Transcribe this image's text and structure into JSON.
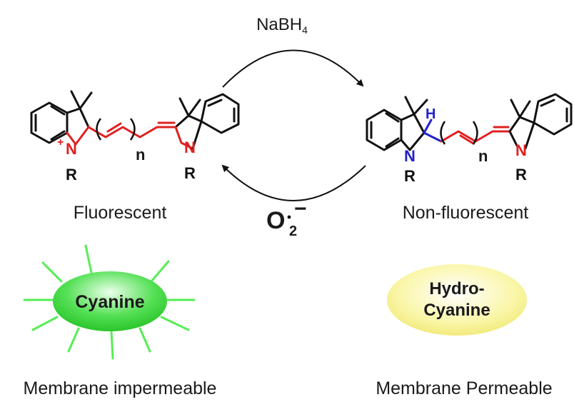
{
  "reagents": {
    "top_reagent": "NaBH",
    "top_reagent_sub": "4",
    "bottom_reagent": "O",
    "bottom_reagent_sub": "2",
    "bottom_reagent_charge": "−"
  },
  "left_molecule": {
    "caption": "Fluorescent",
    "n_label": "n",
    "atom_n_left": "N",
    "atom_n_right": "N",
    "r_left": "R",
    "r_right": "R",
    "plus_sign": "+"
  },
  "right_molecule": {
    "caption": "Non-fluorescent",
    "n_label": "n",
    "atom_n_left": "N",
    "atom_n_right": "N",
    "r_left": "R",
    "r_right": "R",
    "h_label": "H"
  },
  "cyanine_badge": {
    "label": "Cyanine",
    "caption": "Membrane impermeable",
    "fill_color": "#33dd33",
    "ray_color": "#55ee55"
  },
  "hydrocyanine_badge": {
    "label_line1": "Hydro-",
    "label_line2": "Cyanine",
    "caption": "Membrane Permeable",
    "fill_color": "#f5f080"
  },
  "colors": {
    "conjugation": "#e02020",
    "reduced_site": "#2222cc",
    "text": "#1a1a1a"
  }
}
